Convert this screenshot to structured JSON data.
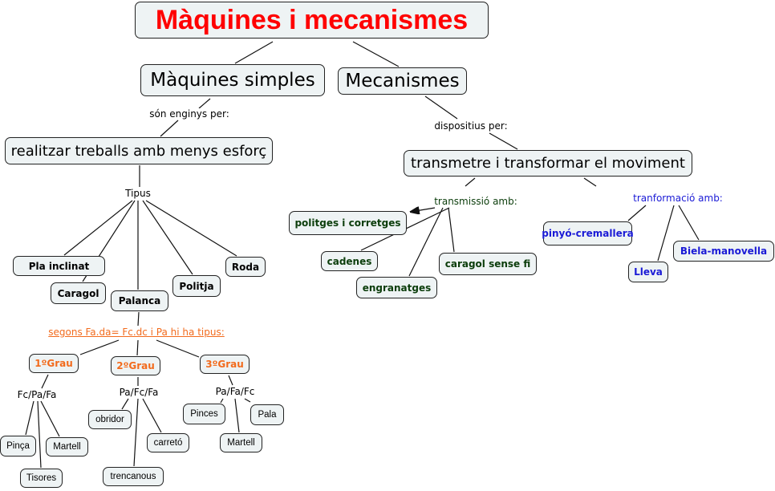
{
  "title": "Màquines i mecanismes",
  "simple": {
    "title": "Màquines simples",
    "link": "són enginys per:",
    "purpose": "realitzar treballs amb menys esforç",
    "types_label": "Tipus",
    "types": [
      "Pla inclinat",
      "Caragol",
      "Palanca",
      "Politja",
      "Roda"
    ],
    "lever_link": "segons Fa.da= Fc.dc i Pa hi ha tipus:",
    "grades": [
      {
        "name": "1ºGrau",
        "order": "Fc/Pa/Fa",
        "examples": [
          "Pinça",
          "Martell",
          "Tisores"
        ]
      },
      {
        "name": "2ºGrau",
        "order": "Pa/Fc/Fa",
        "examples": [
          "obridor",
          "carretó",
          "trencanous"
        ]
      },
      {
        "name": "3ºGrau",
        "order": "Pa/Fa/Fc",
        "examples": [
          "Pinces",
          "Pala",
          "Martell"
        ]
      }
    ]
  },
  "mech": {
    "title": "Mecanismes",
    "link": "dispositius per:",
    "purpose": "transmetre i transformar el moviment",
    "transmission": {
      "label": "transmissió amb:",
      "items": [
        "politges i corretges",
        "cadenes",
        "engranatges",
        "caragol sense fi"
      ]
    },
    "transformation": {
      "label": "tranformació amb:",
      "items": [
        "pinyó-cremallera",
        "Lleva",
        "Biela-manovella"
      ]
    }
  },
  "colors": {
    "title": "#ff0000",
    "orange": "#f26b1d",
    "green": "#0b3d0b",
    "blue": "#1a1ad6"
  }
}
